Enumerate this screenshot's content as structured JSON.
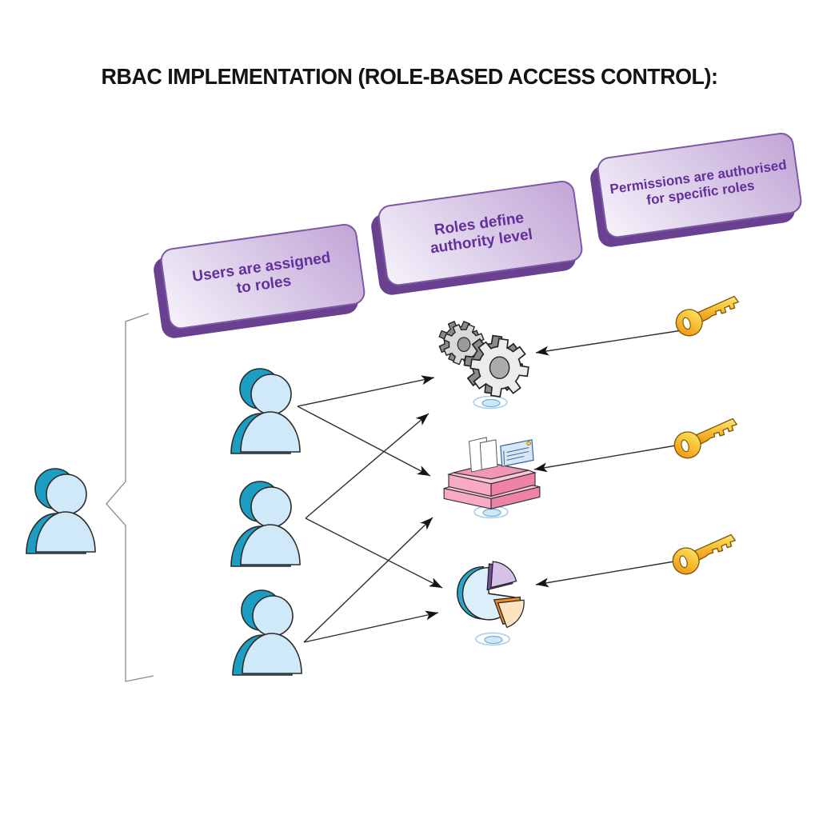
{
  "page": {
    "title": "RBAC IMPLEMENTATION (ROLE-BASED ACCESS CONTROL):"
  },
  "banners": [
    {
      "id": "users-assigned-to-roles",
      "line1": "Users are assigned",
      "line2": "to roles"
    },
    {
      "id": "roles-define-authority-level",
      "line1": "Roles define",
      "line2": "authority level"
    },
    {
      "id": "permissions-authorised-for-roles",
      "line1": "Permissions are authorised",
      "line2": "for specific roles"
    }
  ],
  "actors": {
    "pool_user": "user",
    "role_users": [
      "role-user-1",
      "role-user-2",
      "role-user-3"
    ]
  },
  "resources": [
    {
      "id": "gears",
      "icon": "gears-icon"
    },
    {
      "id": "document-tray",
      "icon": "document-tray-icon"
    },
    {
      "id": "pie-chart",
      "icon": "pie-chart-icon"
    }
  ],
  "keys": [
    {
      "id": "key-1",
      "icon": "key-icon"
    },
    {
      "id": "key-2",
      "icon": "key-icon"
    },
    {
      "id": "key-3",
      "icon": "key-icon"
    }
  ],
  "connections": {
    "users_to_resources": [
      {
        "from": "role-user-1",
        "to": "gears"
      },
      {
        "from": "role-user-1",
        "to": "document-tray"
      },
      {
        "from": "role-user-2",
        "to": "gears"
      },
      {
        "from": "role-user-2",
        "to": "pie-chart"
      },
      {
        "from": "role-user-3",
        "to": "document-tray"
      },
      {
        "from": "role-user-3",
        "to": "pie-chart"
      }
    ],
    "keys_to_resources": [
      {
        "from": "key-1",
        "to": "gears"
      },
      {
        "from": "key-2",
        "to": "document-tray"
      },
      {
        "from": "key-3",
        "to": "pie-chart"
      }
    ]
  },
  "colors": {
    "banner_side": "#6a4191",
    "banner_border": "#7d57a5",
    "banner_text": "#63309b",
    "person_front": "#cfe9f8",
    "person_side": "#1e9dc3",
    "key_gold": "#f6b32b",
    "gear_gray": "#ececec",
    "tray_pink": "#f8a9c3",
    "pie_teal": "#2aa5c8",
    "pie_purple": "#d6c2e6",
    "pie_peach": "#fde3c2",
    "pie_orange": "#f08c1e",
    "arrow": "#2f2f2f"
  }
}
